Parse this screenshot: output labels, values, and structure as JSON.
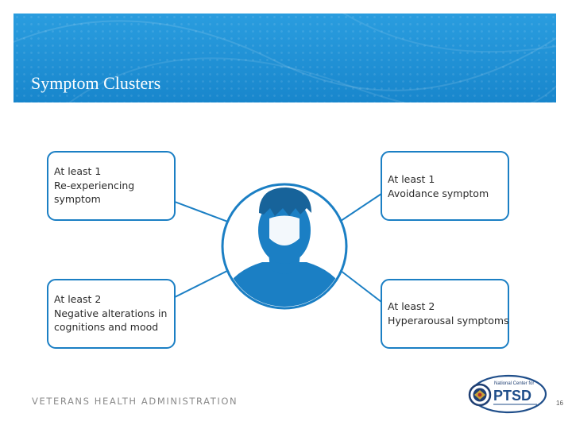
{
  "slide": {
    "title": "Symptom Clusters",
    "footer": "VETERANS HEALTH ADMINISTRATION",
    "page_number": "16"
  },
  "diagram": {
    "boxes": [
      {
        "lines": [
          "At least 1",
          "Re-experiencing",
          "symptom"
        ]
      },
      {
        "lines": [
          "At least 1",
          "Avoidance symptom"
        ]
      },
      {
        "lines": [
          "At least 2",
          "Negative alterations in",
          "cognitions and mood"
        ]
      },
      {
        "lines": [
          "At least 2",
          "Hyperarousal symptoms"
        ]
      }
    ],
    "center_icon": "person-icon"
  },
  "logo": {
    "top_text": "National Center for",
    "main_text": "PTSD",
    "icon": "va-seal-icon"
  },
  "colors": {
    "banner": "#1e8fd3",
    "accent": "#1b7fc4",
    "box_border": "#1b7fc4",
    "text": "#2b2b2b"
  }
}
